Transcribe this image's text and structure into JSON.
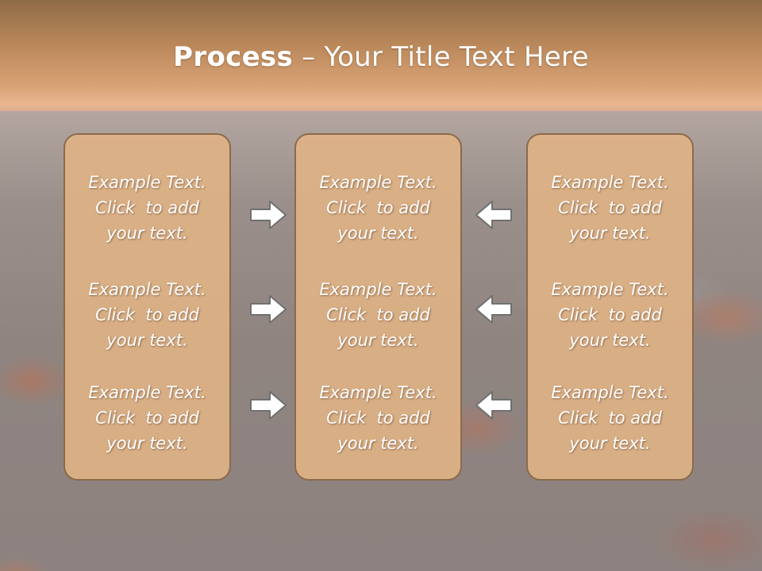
{
  "slide": {
    "title_bold": "Process",
    "title_dash": " – ",
    "title_rest": "Your Title Text Here"
  },
  "columns": [
    {
      "blocks": [
        {
          "line1": "Example Text.",
          "line2": "Click  to add",
          "line3": "your text."
        },
        {
          "line1": "Example Text.",
          "line2": "Click  to add",
          "line3": "your text."
        },
        {
          "line1": "Example Text.",
          "line2": "Click  to add",
          "line3": "your text."
        }
      ]
    },
    {
      "blocks": [
        {
          "line1": "Example Text.",
          "line2": "Click  to add",
          "line3": "your text."
        },
        {
          "line1": "Example Text.",
          "line2": "Click  to add",
          "line3": "your text."
        },
        {
          "line1": "Example Text.",
          "line2": "Click  to add",
          "line3": "your text."
        }
      ]
    },
    {
      "blocks": [
        {
          "line1": "Example Text.",
          "line2": "Click  to add",
          "line3": "your text."
        },
        {
          "line1": "Example Text.",
          "line2": "Click  to add",
          "line3": "your text."
        },
        {
          "line1": "Example Text.",
          "line2": "Click  to add",
          "line3": "your text."
        }
      ]
    }
  ],
  "arrows": {
    "left_group": "arrow-right-icon",
    "right_group": "arrow-left-icon"
  },
  "colors": {
    "panel_fill": "#deb285",
    "panel_border": "#8b6a4a",
    "title_text": "#ffffff"
  }
}
